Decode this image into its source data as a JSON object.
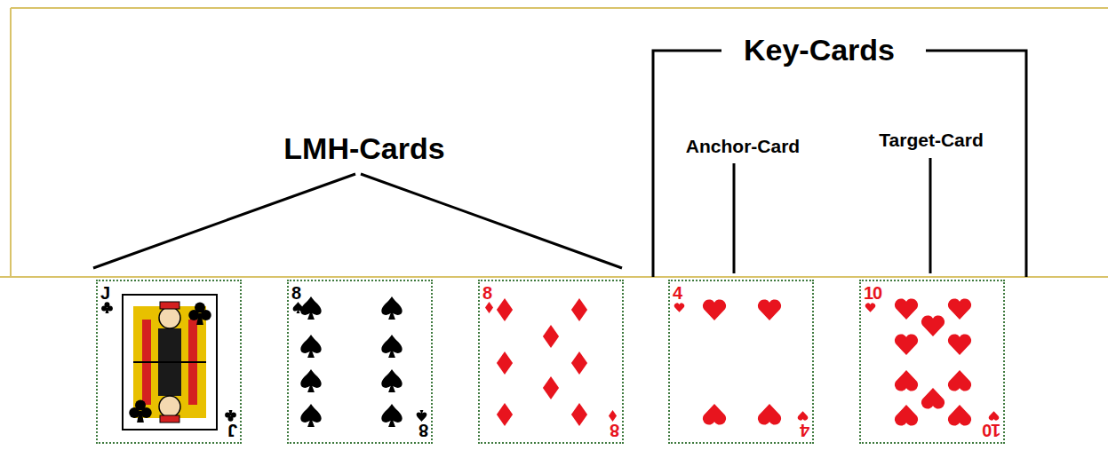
{
  "diagram": {
    "nodes": [
      {
        "text": [
          "J",
          "J"
        ]
      },
      {
        "text": [
          "8",
          "8"
        ]
      },
      {
        "text": [
          "8",
          "8"
        ]
      },
      {
        "text": [
          "4",
          "4"
        ]
      },
      {
        "text": [
          "10",
          "10"
        ]
      }
    ],
    "labels": [
      "LMH-Cards",
      "Key-Cards",
      "Anchor-Card",
      "Target-Card"
    ]
  }
}
